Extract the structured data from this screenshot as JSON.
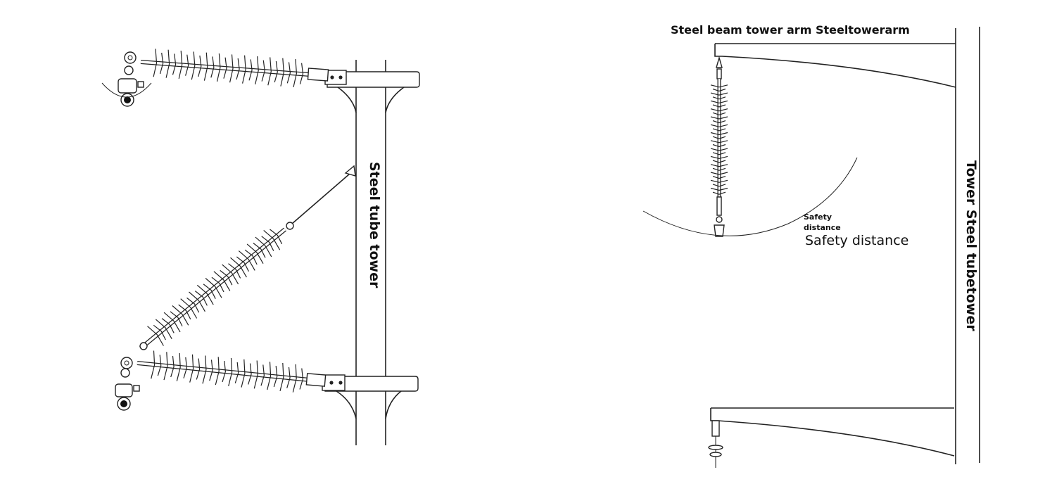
{
  "left_diagram": {
    "tower_label": "Steel tube tower"
  },
  "right_diagram": {
    "arm_label": "Steel beam tower arm Steeltowerarm",
    "tower_label": "Tower Steel tubetower",
    "safety_small_line1": "Safety",
    "safety_small_line2": "distance",
    "safety_large": "Safety distance"
  }
}
